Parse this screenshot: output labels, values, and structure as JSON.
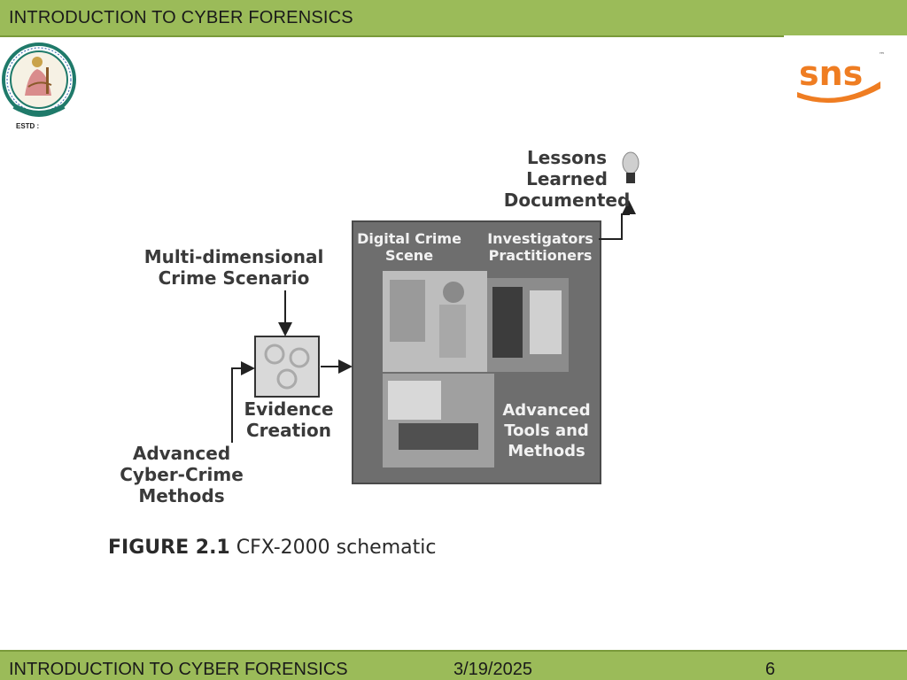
{
  "header": {
    "title": "INTRODUCTION TO CYBER FORENSICS"
  },
  "logos": {
    "college_estd": "ESTD :",
    "sns_text": "sns"
  },
  "figure": {
    "lessons": "Lessons\nLearned\nDocumented",
    "scenario": "Multi-dimensional\nCrime Scenario",
    "evidence": "Evidence\nCreation",
    "methods": "Advanced\nCyber-Crime\nMethods",
    "digital_scene": "Digital Crime\nScene",
    "investigators": "Investigators\nPractitioners",
    "tools": "Advanced\nTools and\nMethods",
    "caption_bold": "FIGURE 2.1",
    "caption_text": "CFX-2000 schematic"
  },
  "footer": {
    "title": "INTRODUCTION TO CYBER FORENSICS",
    "date": "3/19/2025",
    "page": "6"
  },
  "colors": {
    "bar_green": "#9bbb59",
    "sns_orange": "#ef7d22",
    "sns_green": "#2e8b3a"
  }
}
